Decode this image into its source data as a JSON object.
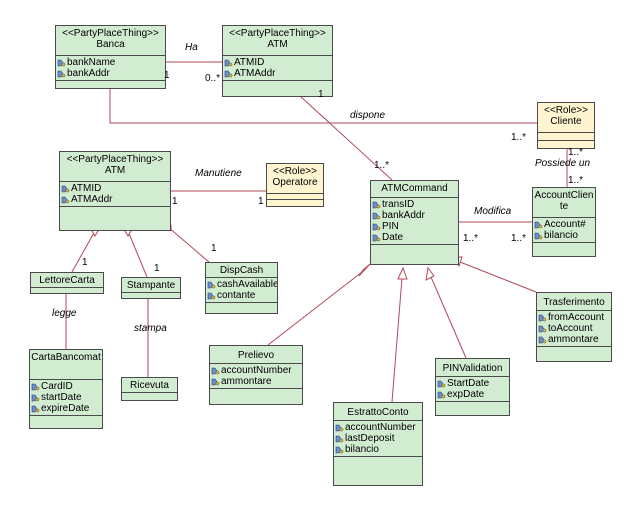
{
  "colors": {
    "class_fill": "#d2ecd2",
    "role_fill": "#fff4d0",
    "line": "#b24a56",
    "border": "#4a4a4a"
  },
  "classes": {
    "banca": {
      "stereotype": "<<PartyPlaceThing>>",
      "name": "Banca",
      "attrs": [
        "bankName",
        "bankAddr"
      ]
    },
    "atm_top": {
      "stereotype": "<<PartyPlaceThing>>",
      "name": "ATM",
      "attrs": [
        "ATMID",
        "ATMAddr"
      ]
    },
    "cliente": {
      "stereotype": "<<Role>>",
      "name": "Cliente",
      "attrs": []
    },
    "atm_left": {
      "stereotype": "<<PartyPlaceThing>>",
      "name": "ATM",
      "attrs": [
        "ATMID",
        "ATMAddr"
      ]
    },
    "operatore": {
      "stereotype": "<<Role>>",
      "name": "Operatore",
      "attrs": []
    },
    "atmcommand": {
      "name": "ATMCommand",
      "attrs": [
        "transID",
        "bankAddr",
        "PIN",
        "Date"
      ]
    },
    "accountcliente": {
      "name": "AccountCliente",
      "attrs": [
        "Account#",
        "bilancio"
      ]
    },
    "lettorecarta": {
      "name": "LettoreCarta",
      "attrs": []
    },
    "stampante": {
      "name": "Stampante",
      "attrs": []
    },
    "dispcash": {
      "name": "DispCash",
      "attrs": [
        "cashAvailable",
        "contante"
      ]
    },
    "cartabancomat": {
      "name": "CartaBancomat",
      "attrs": [
        "CardID",
        "startDate",
        "expireDate"
      ]
    },
    "ricevuta": {
      "name": "Ricevuta",
      "attrs": []
    },
    "prelievo": {
      "name": "Prelievo",
      "attrs": [
        "accountNumber",
        "ammontare"
      ]
    },
    "pinvalidation": {
      "name": "PINValidation",
      "attrs": [
        "StartDate",
        "expDate"
      ]
    },
    "estrattoconto": {
      "name": "EstrattoConto",
      "attrs": [
        "accountNumber",
        "lastDeposit",
        "bilancio"
      ]
    },
    "trasferimento": {
      "name": "Trasferimento",
      "attrs": [
        "fromAccount",
        "toAccount",
        "ammontare"
      ]
    }
  },
  "associations": {
    "ha": "Ha",
    "dispone": "dispone",
    "manutiene": "Manutiene",
    "possiede": "Possiede un",
    "modifica": "Modifica",
    "legge": "legge",
    "stampa": "stampa"
  },
  "multiplicities": {
    "banca_ha": "1",
    "atm_ha": "0..*",
    "atm_top_cmd": "1",
    "cmd_atm_top": "1..*",
    "cliente_dispone": "1..*",
    "manutiene_atm": "1",
    "manutiene_op": "1",
    "possiede_cliente": "1..*",
    "possiede_account": "1..*",
    "modifica_cmd": "1..*",
    "modifica_account": "1..*",
    "lettore": "1",
    "stampante": "1",
    "dispcash": "1"
  }
}
